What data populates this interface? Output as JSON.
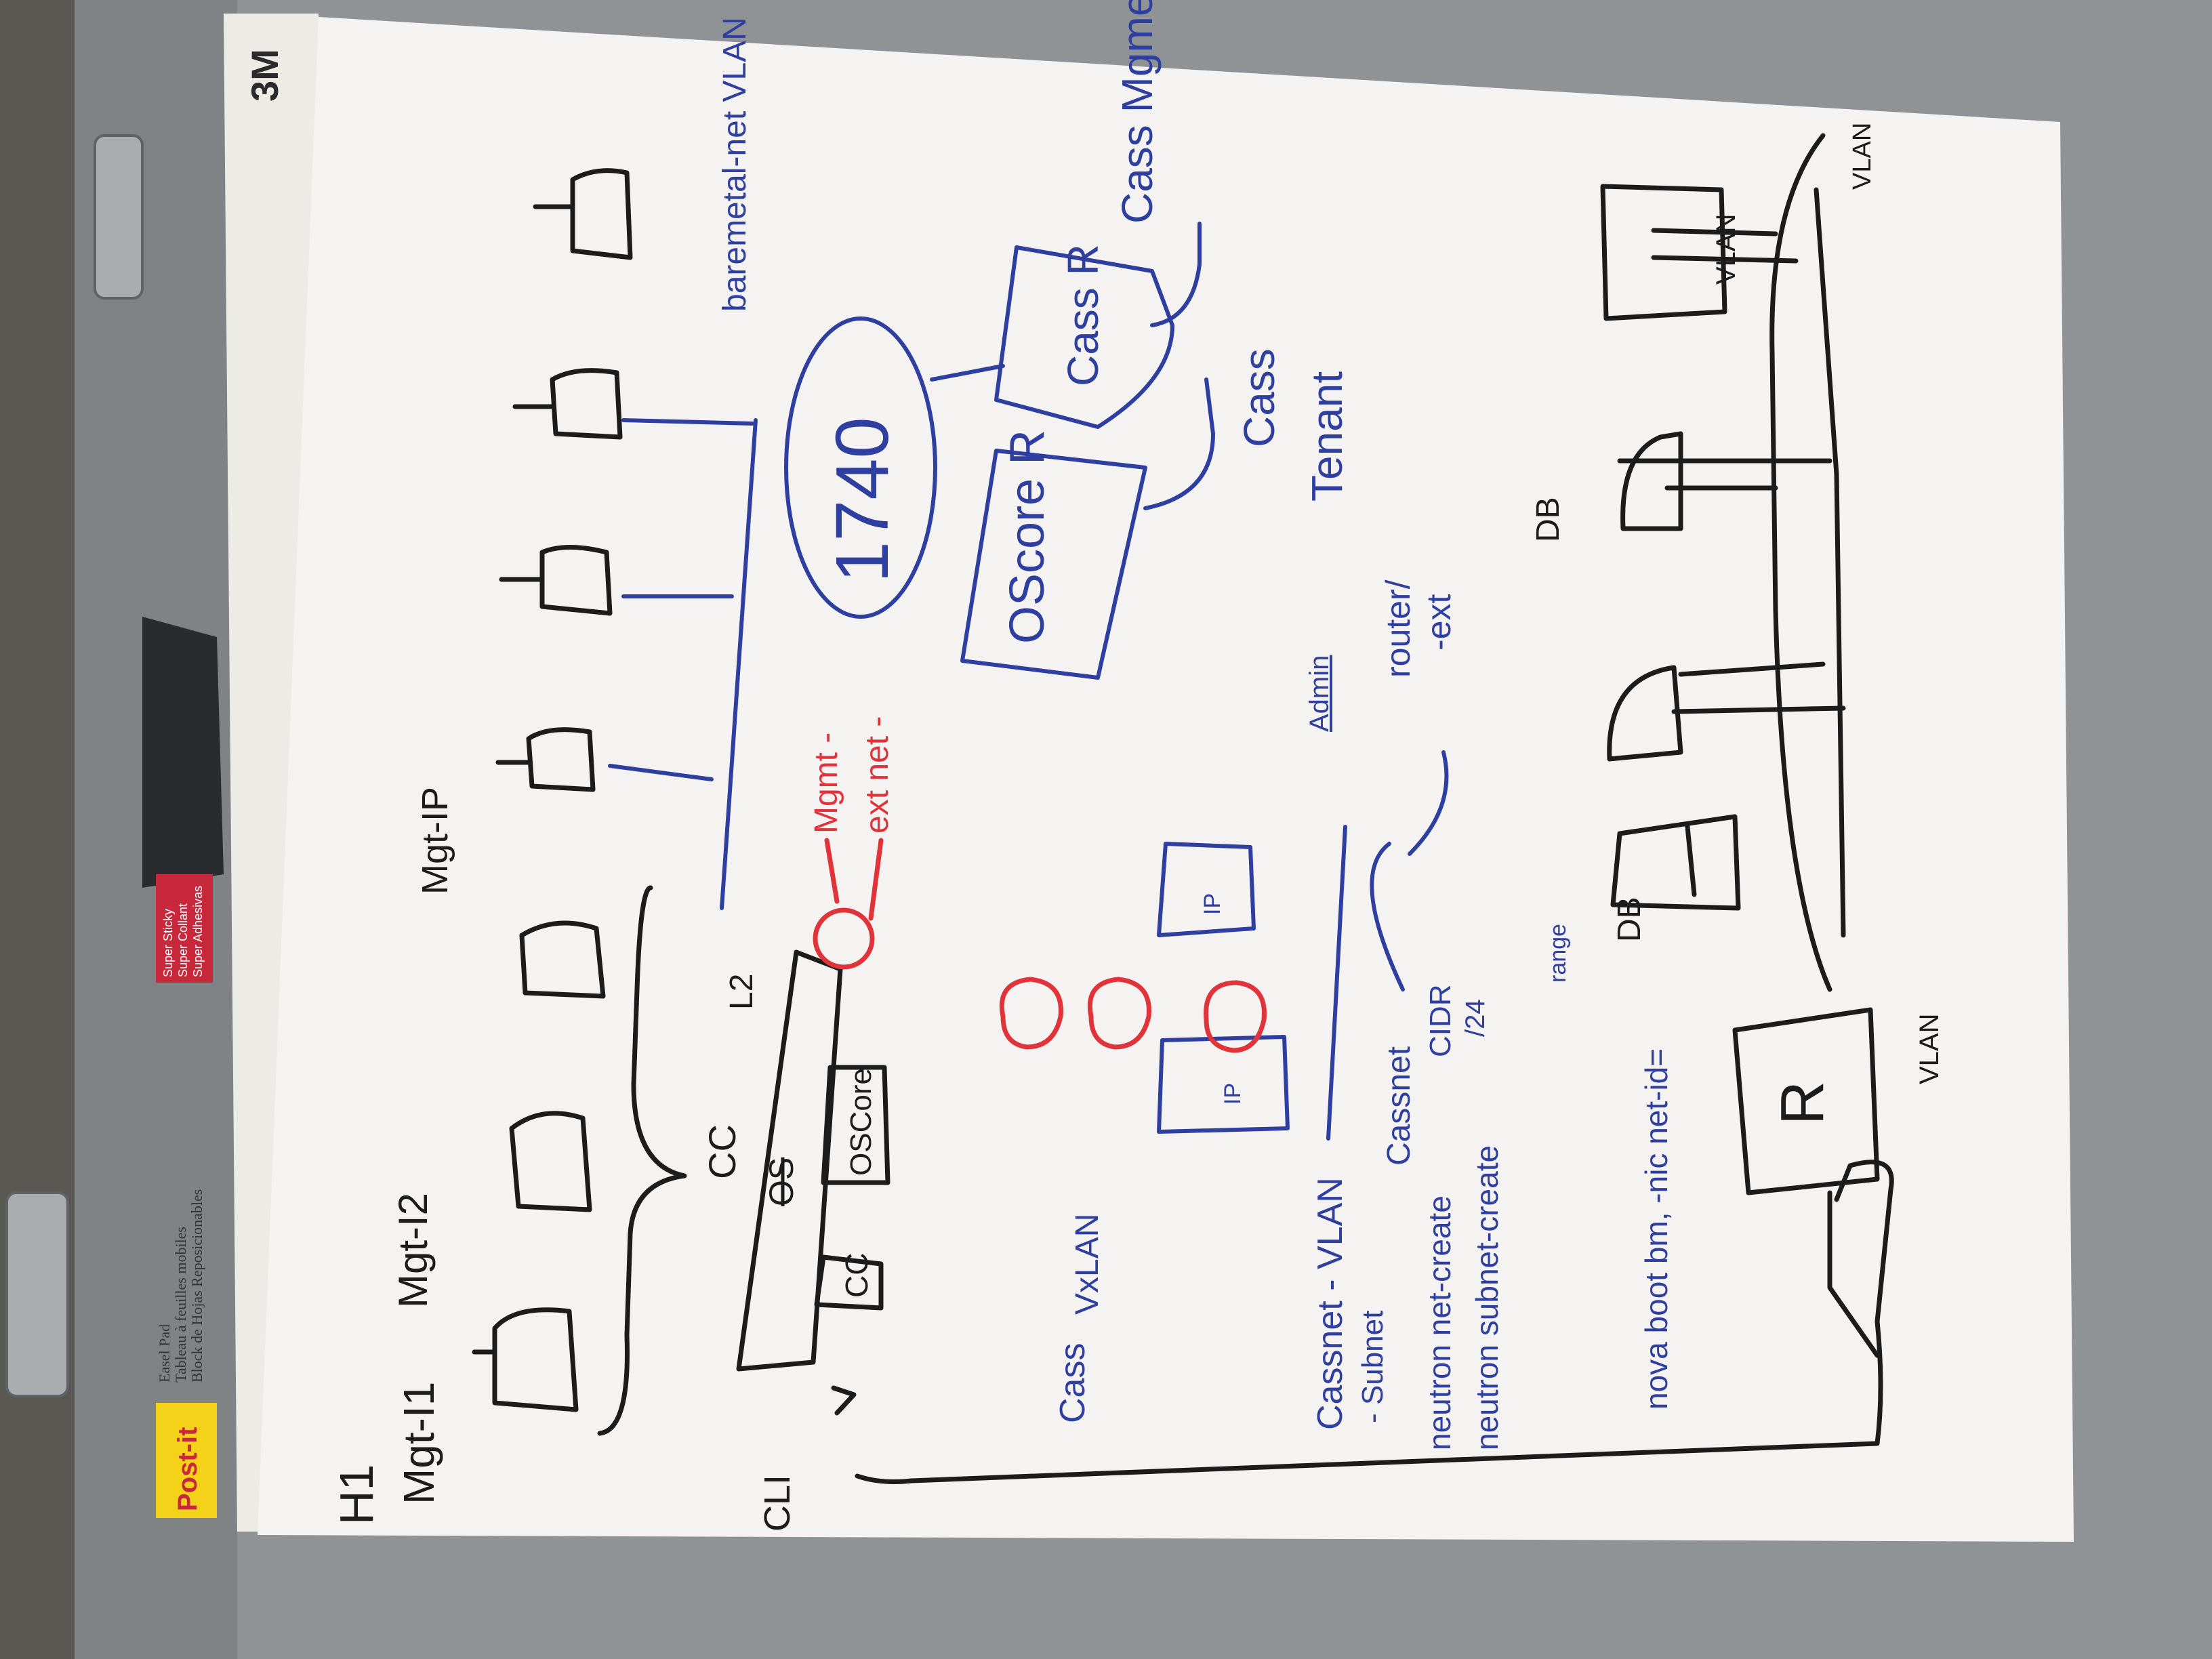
{
  "colors": {
    "background": "#5a5853",
    "easel_frame": "#8f9396",
    "easel_frame_dark": "#6e7275",
    "paper": "#f4f3f1",
    "ink_black": "#1d1c1d",
    "ink_blue": "#2f3fa0",
    "ink_red": "#e0343a",
    "postit_yellow": "#f4d21a",
    "postit_red": "#c8283c"
  },
  "pad": {
    "postit_logo": "Post-it",
    "product_lines": [
      "Easel Pad",
      "Tableau à feuilles mobiles",
      "Block de Hojas Reposicionables"
    ],
    "sticky_lines": [
      "Super Sticky",
      "Super Collant",
      "Super Adhesivas"
    ],
    "brand": "3M"
  },
  "notes": {
    "black": {
      "h1": "H1",
      "mgt_i1": "Mgt-I1",
      "mgt_i2": "Mgt-I2",
      "mgt_ip": "Mgt-IP",
      "l2": "L2",
      "cc": "CC",
      "cc_box": "CC",
      "os_box_struck": "OS",
      "oscore_box": "OSCore",
      "cli": "CLI",
      "db_1": "DB",
      "db_2": "DB",
      "vlan": "VLAN",
      "vlan_2": "VLAN",
      "r_box": "R",
      "vlan_bottom": "VLAN"
    },
    "blue": {
      "n1740": "1740",
      "oscore_r": "OScore R",
      "cass_r": "Cass R",
      "cass_mgmt": "Cass Mgme",
      "cass_tenant_1": "Cass",
      "cass_tenant_2": "Tenant",
      "baremetal": "baremetal-net VLAN",
      "admin": "Admin",
      "router_1": "router/",
      "router_2": "-ext",
      "cass_vxlan_1": "Cass",
      "cass_vxlan_2": "VxLAN",
      "cassnet_vlan": "Cassnet - VLAN",
      "subnet": "- Subnet",
      "neutron_net": "neutron net-create",
      "neutron_subnet": "neutron subnet-create",
      "cassnet": "Cassnet",
      "cidr": "CIDR",
      "cidr_sub": "/24",
      "nova_boot": "nova boot bm, -nic net-id=",
      "ip_a": "IP",
      "ip_b": "IP",
      "ip_range": "range"
    },
    "red": {
      "mgmt": "Mgmt -",
      "ext_net": "ext net -"
    }
  }
}
